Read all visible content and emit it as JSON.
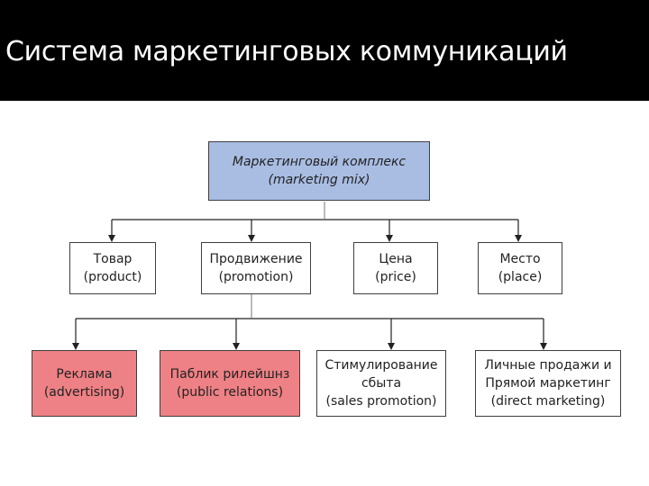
{
  "title": "Система маркетинговых коммуникаций",
  "colors": {
    "title_bg": "#000000",
    "root_fill": "#a9bde3",
    "subtool_fill": "#ee8185",
    "border": "#3f3f3f"
  },
  "root": {
    "line1": "Маркетинговый комплекс",
    "line2": "(marketing mix)"
  },
  "level2": [
    {
      "line1": "Товар",
      "line2": "(product)"
    },
    {
      "line1": "Продвижение",
      "line2": "(promotion)"
    },
    {
      "line1": "Цена",
      "line2": "(price)"
    },
    {
      "line1": "Место",
      "line2": "(place)"
    }
  ],
  "level3": [
    {
      "line1": "Реклама",
      "line2": "(advertising)"
    },
    {
      "line1": "Паблик рилейшнз",
      "line2": "(public relations)"
    },
    {
      "line1": "Стимулирование",
      "line2": "сбыта",
      "line3": "(sales promotion)"
    },
    {
      "line1": "Личные продажи и",
      "line2": "Прямой маркетинг",
      "line3": "(direct marketing)"
    }
  ]
}
